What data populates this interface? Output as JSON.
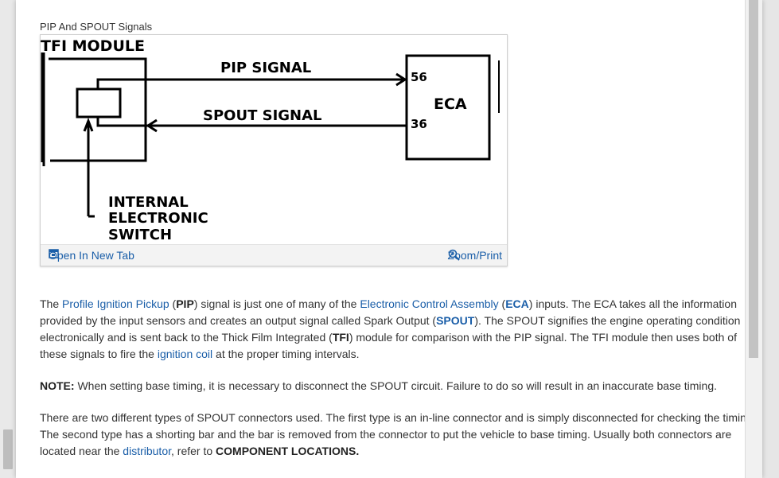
{
  "figure": {
    "title": "PIP And SPOUT Signals",
    "diagram": {
      "module_label": "TFI MODULE",
      "pip_label": "PIP SIGNAL",
      "spout_label": "SPOUT SIGNAL",
      "eca_label": "ECA",
      "pin_56": "56",
      "pin_36": "36",
      "switch_line1": "INTERNAL",
      "switch_line2": "ELECTRONIC",
      "switch_line3": "SWITCH"
    },
    "open_tab_label": "Open In New Tab",
    "zoom_label": "Zoom/Print"
  },
  "para1": {
    "t1": "The ",
    "link_pip": "Profile Ignition Pickup",
    "t2": " (",
    "pip_abbr": "PIP",
    "t3": ") signal is just one of many of the ",
    "link_eca": "Electronic Control Assembly",
    "t4": " (",
    "eca_abbr": "ECA",
    "t5": ") inputs. The ECA takes all the information provided by the input sensors and creates an output signal called Spark Output (",
    "spout_abbr": "SPOUT",
    "t6": "). The SPOUT signifies the engine operating condition electronically and is sent back to the Thick Film Integrated (",
    "tfi_abbr": "TFI",
    "t7": ") module for comparison with the PIP signal. The TFI module then uses both of these signals to fire the ",
    "link_coil": "ignition coil",
    "t8": " at the proper timing intervals."
  },
  "note": {
    "label": "NOTE:",
    "text": " When setting base timing, it is necessary to disconnect the SPOUT circuit. Failure to do so will result in an inaccurate base timing."
  },
  "para3": {
    "t1": "There are two different types of SPOUT connectors used. The first type is an in-line connector and is simply disconnected for checking the timing. The second type has a shorting bar and the bar is removed from the connector to put the vehicle to base timing. Usually both connectors are located near the ",
    "link_dist": "distributor",
    "t2": ", refer to ",
    "bold_ref": "COMPONENT LOCATIONS."
  }
}
